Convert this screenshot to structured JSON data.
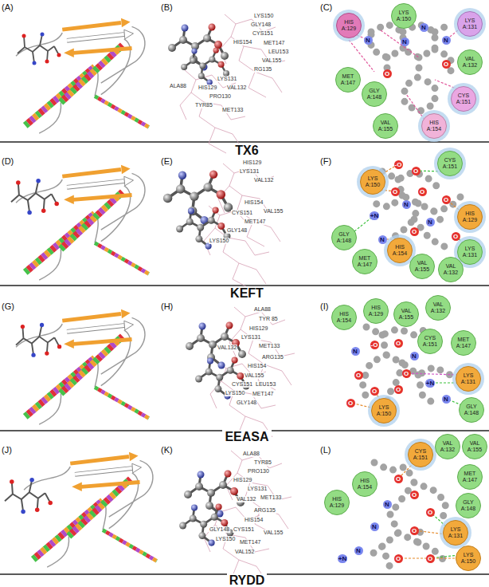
{
  "diagram": {
    "nodes": [
      {
        "text": [
          "LYS A:150"
        ]
      },
      {
        "text": [
          "HIS A:129"
        ]
      },
      {
        "text": [
          "LYS A:131"
        ]
      },
      {
        "text": [
          "VAL A:132"
        ]
      },
      {
        "text": [
          "MET A:147"
        ]
      },
      {
        "text": [
          "GLY A:148"
        ]
      },
      {
        "text": [
          "CYS A:151"
        ]
      },
      {
        "text": [
          "VAL A:155"
        ]
      },
      {
        "text": [
          "HIS A:154"
        ]
      },
      {
        "text": [
          "CYS A:151"
        ]
      },
      {
        "text": [
          "LYS A:150"
        ]
      },
      {
        "text": [
          "HIS A:129"
        ]
      },
      {
        "text": [
          "GLY A:148"
        ]
      },
      {
        "text": [
          "HIS A:154"
        ]
      },
      {
        "text": [
          "LYS A:131"
        ]
      },
      {
        "text": [
          "MET A:147"
        ]
      },
      {
        "text": [
          "VAL A:155"
        ]
      },
      {
        "text": [
          "VAL A:132"
        ]
      },
      {
        "text": [
          "HIS A:154"
        ]
      },
      {
        "text": [
          "HIS A:129"
        ]
      },
      {
        "text": [
          "VAL A:155"
        ]
      },
      {
        "text": [
          "VAL A:132"
        ]
      },
      {
        "text": [
          "CYS A:151"
        ]
      },
      {
        "text": [
          "MET A:147"
        ]
      },
      {
        "text": [
          "LYS A:131"
        ]
      },
      {
        "text": [
          "GLY A:148"
        ]
      },
      {
        "text": [
          "LYS A:150"
        ]
      },
      {
        "text": [
          "CYS A:151"
        ]
      },
      {
        "text": [
          "VAL A:132"
        ]
      },
      {
        "text": [
          "VAL A:155"
        ]
      },
      {
        "text": [
          "HIS A:154"
        ]
      },
      {
        "text": [
          "MET A:147"
        ]
      },
      {
        "text": [
          "HIS A:129"
        ]
      },
      {
        "text": [
          "GLY A:148"
        ]
      },
      {
        "text": [
          "LYS A:131"
        ]
      },
      {
        "text": [
          "LYS A:150"
        ]
      }
    ],
    "labels": [
      "(A)",
      "(B)",
      "(C)",
      "LYS150",
      "GLY148",
      "CYS151",
      "HIS154",
      "MET147",
      "LEU153",
      "VAL155",
      "RG135",
      "LYS131",
      "ALA88",
      "HIS129",
      "VAL132",
      "PRO130",
      "TYR85",
      "MET133",
      "N",
      "N",
      "N",
      "N",
      "O",
      "O",
      "TX6",
      "(D)",
      "(E)",
      "(F)",
      "HIS129",
      "LYS131",
      "VAL132",
      "HIS154",
      "VAL155",
      "CYS151",
      "MET147",
      "GLY148",
      "LYS150",
      "-O",
      "O",
      "O",
      "O",
      "N",
      "O",
      "N",
      "+N",
      "O",
      "O",
      "N",
      "KEFT",
      "(G)",
      "(H)",
      "(I)",
      "ALA88",
      "TYR 85",
      "HIS129",
      "LYS131",
      "VAL132",
      "MET133",
      "ARG135",
      "HIS154",
      "VAL155",
      "CYS151",
      "LEU153",
      "LYS150",
      "MET147",
      "GLY148",
      "O",
      "-O",
      "N",
      "N",
      "O",
      "O",
      "O",
      "+N",
      "N",
      "O",
      "O",
      "EEASA",
      "(J)",
      "(K)",
      "(L)",
      "ALA88",
      "TYR85",
      "PRO130",
      "HIS129",
      "LYS131",
      "MET133",
      "VAL132",
      "ARG135",
      "HIS154",
      "GLY148",
      "CYS151",
      "LYS150",
      "MET147",
      "VAL155",
      "VAL152",
      "O",
      "O",
      "N",
      "O",
      "N",
      "O",
      "N",
      "+N",
      "O",
      "O",
      "RYDD"
    ]
  }
}
